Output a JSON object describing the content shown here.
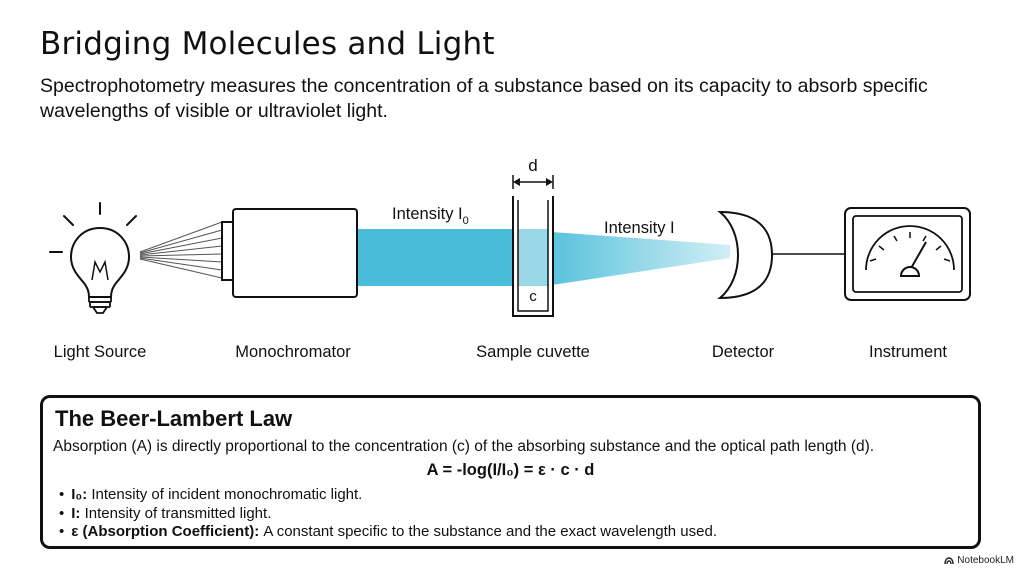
{
  "title": "Bridging Molecules and Light",
  "subtitle": "Spectrophotometry measures the concentration of a substance based on its capacity to absorb specific wavelengths of visible or ultraviolet light.",
  "diagram": {
    "beam_labels": {
      "incident": "Intensity I",
      "incident_sub": "0",
      "transmitted": "Intensity I"
    },
    "cuvette_labels": {
      "path_length": "d",
      "concentration": "c"
    },
    "components": [
      "Light Source",
      "Monochromator",
      "Sample cuvette",
      "Detector",
      "Instrument"
    ],
    "beam_color": "#48bcd8"
  },
  "law": {
    "title": "The Beer-Lambert Law",
    "description": "Absorption (A) is directly proportional to the concentration (c) of the absorbing substance and the optical path length (d).",
    "equation": "A = -log(I/I₀) = ε · c · d",
    "items": [
      {
        "term": "I₀:",
        "text": " Intensity of incident monochromatic light."
      },
      {
        "term": "I:",
        "text": " Intensity of transmitted light."
      },
      {
        "term": "ε (Absorption Coefficient):",
        "text": " A constant specific to the substance and the exact wavelength used."
      }
    ]
  },
  "brand": "NotebookLM"
}
